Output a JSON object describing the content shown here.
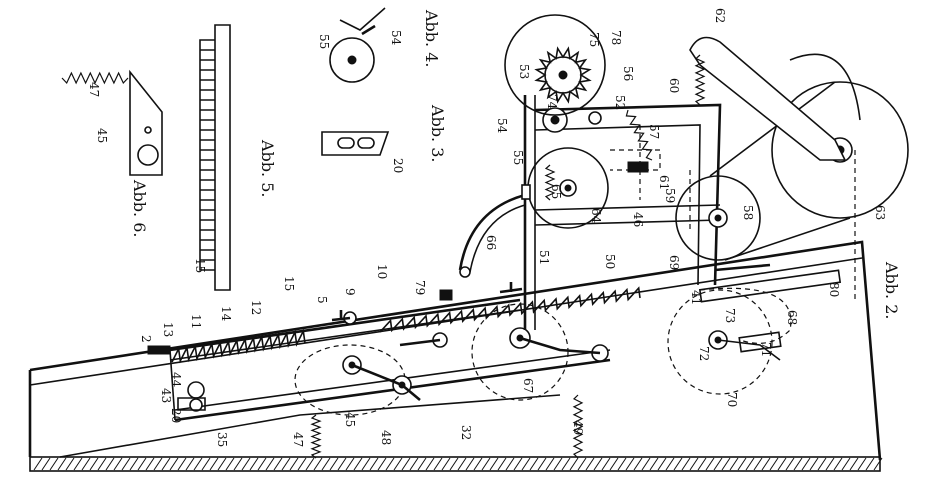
{
  "figures": {
    "abb2": "Abb. 2.",
    "abb3": "Abb. 3.",
    "abb4": "Abb. 4.",
    "abb5": "Abb. 5.",
    "abb6": "Abb. 6."
  },
  "labels": {
    "n2": "2",
    "n13": "13",
    "n11": "11",
    "n14": "14",
    "n12": "12",
    "n15": "15",
    "n5": "5",
    "n9": "9",
    "n10": "10",
    "n79": "79",
    "n44": "44",
    "n43": "43",
    "n20": "20",
    "n35": "35",
    "n47": "47",
    "n45": "45",
    "n48": "48",
    "n32": "32",
    "n67": "67",
    "n49": "49",
    "n72": "72",
    "n70": "70",
    "n71": "71",
    "n73": "73",
    "n68": "68",
    "n41": "41",
    "n80": "80",
    "n69": "69",
    "n50": "50",
    "n51": "51",
    "n66": "66",
    "n64": "64",
    "n65": "65",
    "n46": "46",
    "n59": "59",
    "n58": "58",
    "n63": "63",
    "n61": "61",
    "n60": "60",
    "n62": "62",
    "n53": "53",
    "n78": "78",
    "n56": "56",
    "n57": "57",
    "n52": "52",
    "n54": "54",
    "n55": "55",
    "n75": "75",
    "n74": "74",
    "a6_47": "47",
    "a6_45": "45",
    "a5_15": "15",
    "a3_20": "20",
    "a4_55": "55",
    "a4_54": "54"
  }
}
